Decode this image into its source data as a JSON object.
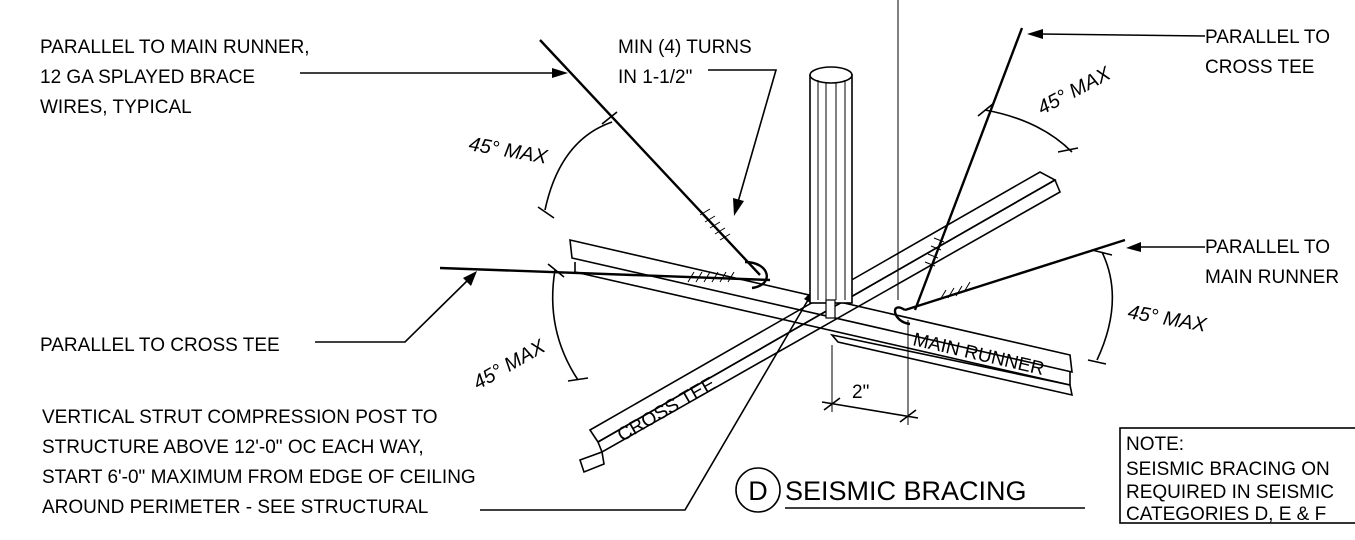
{
  "labels": {
    "main_runner_brace": [
      "PARALLEL TO MAIN RUNNER,",
      "12 GA SPLAYED BRACE",
      "WIRES, TYPICAL"
    ],
    "min_turns": [
      "MIN (4) TURNS",
      "IN 1-1/2\""
    ],
    "parallel_cross_tee_top": [
      "PARALLEL TO",
      "CROSS TEE"
    ],
    "parallel_main_runner_right": [
      "PARALLEL TO",
      "MAIN RUNNER"
    ],
    "parallel_cross_tee_left": "PARALLEL TO CROSS TEE",
    "vertical_strut": [
      "VERTICAL STRUT COMPRESSION POST TO",
      "STRUCTURE ABOVE 12'-0\" OC EACH WAY,",
      "START 6'-0\" MAXIMUM FROM EDGE OF CEILING",
      "AROUND PERIMETER - SEE STRUCTURAL"
    ],
    "angle": "45° MAX",
    "main_runner": "MAIN RUNNER",
    "cross_tee": "CROSS TEE",
    "dimension": "2\""
  },
  "note": {
    "heading": "NOTE:",
    "lines": [
      "SEISMIC BRACING ON",
      "REQUIRED IN SEISMIC",
      "CATEGORIES D, E & F"
    ]
  },
  "title": {
    "marker": "D",
    "text": "SEISMIC BRACING"
  }
}
